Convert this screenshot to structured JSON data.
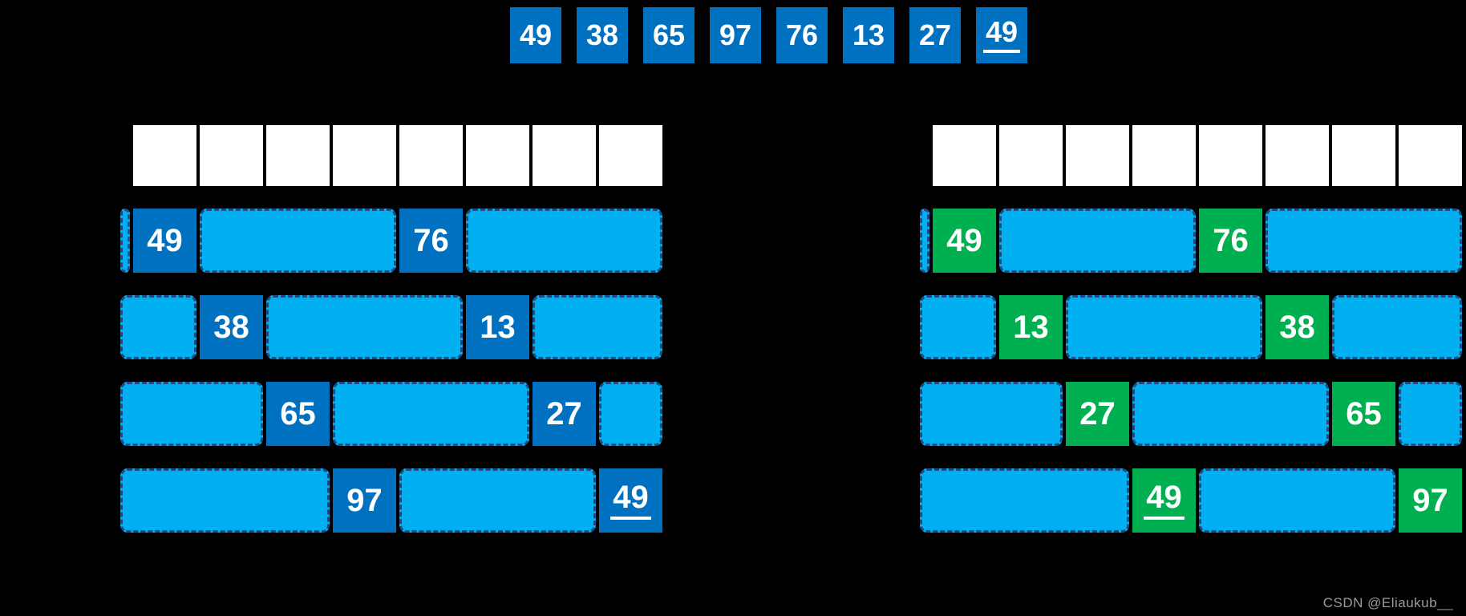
{
  "colors": {
    "background": "#000000",
    "dark_blue": "#0070C0",
    "light_blue": "#00B0F0",
    "green": "#00B050",
    "dash_border": "#24487F",
    "slot_white": "#FFFFFF",
    "box_text": "#FFFFFF",
    "watermark": "#9B9B9B"
  },
  "top_array": {
    "cells": [
      {
        "value": "49",
        "underline": false
      },
      {
        "value": "38",
        "underline": false
      },
      {
        "value": "65",
        "underline": false
      },
      {
        "value": "97",
        "underline": false
      },
      {
        "value": "76",
        "underline": false
      },
      {
        "value": "13",
        "underline": false
      },
      {
        "value": "27",
        "underline": false
      },
      {
        "value": "49",
        "underline": true
      }
    ]
  },
  "panels": [
    {
      "id": "left",
      "value_color": "dark_blue",
      "slot_count": 8,
      "rows": [
        {
          "boxes": [
            {
              "slot": 0,
              "value": "49",
              "underline": false
            },
            {
              "slot": 4,
              "value": "76",
              "underline": false
            }
          ]
        },
        {
          "boxes": [
            {
              "slot": 1,
              "value": "38",
              "underline": false
            },
            {
              "slot": 5,
              "value": "13",
              "underline": false
            }
          ]
        },
        {
          "boxes": [
            {
              "slot": 2,
              "value": "65",
              "underline": false
            },
            {
              "slot": 6,
              "value": "27",
              "underline": false
            }
          ]
        },
        {
          "boxes": [
            {
              "slot": 3,
              "value": "97",
              "underline": false
            },
            {
              "slot": 7,
              "value": "49",
              "underline": true
            }
          ]
        }
      ]
    },
    {
      "id": "right",
      "value_color": "green",
      "slot_count": 8,
      "rows": [
        {
          "boxes": [
            {
              "slot": 0,
              "value": "49",
              "underline": false
            },
            {
              "slot": 4,
              "value": "76",
              "underline": false
            }
          ]
        },
        {
          "boxes": [
            {
              "slot": 1,
              "value": "13",
              "underline": false
            },
            {
              "slot": 5,
              "value": "38",
              "underline": false
            }
          ]
        },
        {
          "boxes": [
            {
              "slot": 2,
              "value": "27",
              "underline": false
            },
            {
              "slot": 6,
              "value": "65",
              "underline": false
            }
          ]
        },
        {
          "boxes": [
            {
              "slot": 3,
              "value": "49",
              "underline": true
            },
            {
              "slot": 7,
              "value": "97",
              "underline": false
            }
          ]
        }
      ]
    }
  ],
  "watermark": {
    "text": "CSDN @Eliaukub__"
  }
}
